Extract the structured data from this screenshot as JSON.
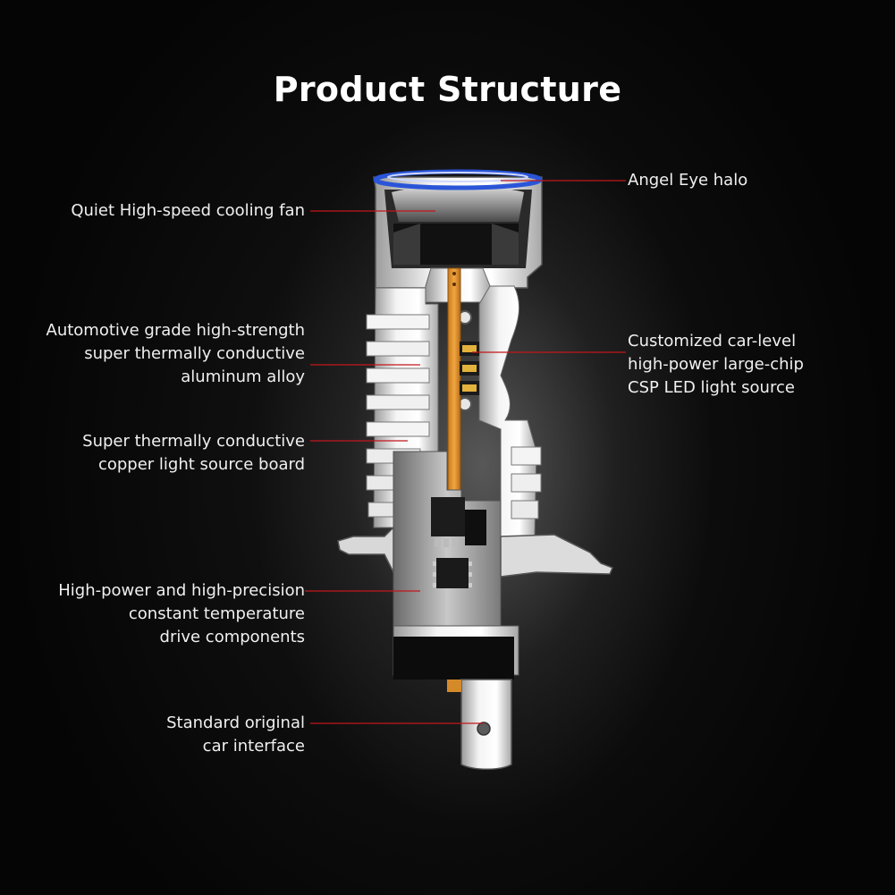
{
  "title": "Product Structure",
  "labels": {
    "cooling_fan": [
      "Quiet High-speed cooling fan"
    ],
    "aluminum_alloy": [
      "Automotive grade high-strength",
      "super thermally conductive",
      "aluminum alloy"
    ],
    "copper_board": [
      "Super thermally conductive",
      "copper light source board"
    ],
    "drive_components": [
      "High-power and high-precision",
      "constant temperature",
      "drive components"
    ],
    "car_interface": [
      "Standard original",
      "car interface"
    ],
    "angel_eye": [
      "Angel Eye halo"
    ],
    "led_source": [
      "Customized car-level",
      "high-power large-chip",
      "CSP LED light source"
    ]
  },
  "colors": {
    "background": "#050505",
    "leader_line": "#c4161c",
    "text": "#f0f0f0",
    "halo": "#2a55d8",
    "copper_board": "#e69a2e"
  }
}
